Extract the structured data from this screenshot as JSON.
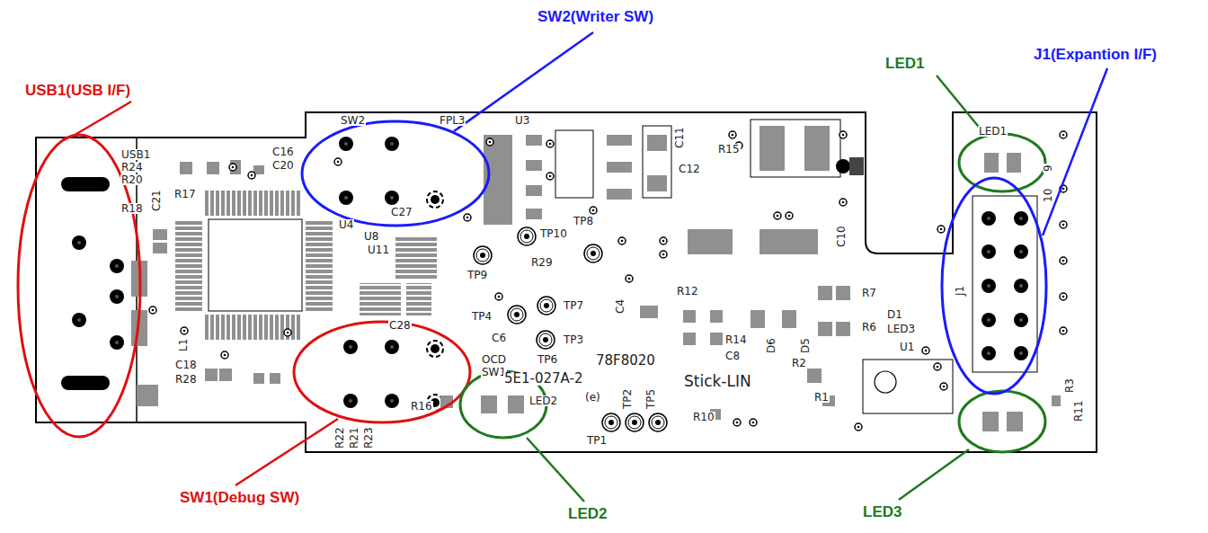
{
  "diagram": {
    "labels": [
      "USB1(USB I/F)",
      "SW2(Writer SW)",
      "LED1",
      "J1(Expantion I/F)",
      "SW1(Debug SW)",
      "LED2",
      "LED3",
      "USB1",
      "R24",
      "R20",
      "R18",
      "C21",
      "R17",
      "C16",
      "C20",
      "SW2",
      "FPL3",
      "U3",
      "C11",
      "C12",
      "R15",
      "LED1",
      "9",
      "10",
      "J1",
      "U4",
      "C27",
      "U8",
      "U11",
      "TP10",
      "TP8",
      "TP9",
      "R29",
      "C10",
      "R12",
      "R7",
      "R6",
      "D1",
      "LED3",
      "TP4",
      "TP7",
      "C4",
      "TP3",
      "C6",
      "R14",
      "C8",
      "D6",
      "D5",
      "R2",
      "C28",
      "OCD",
      "SW1",
      "TP6",
      "78F8020",
      "5E1-027A-2",
      "(e)",
      "Stick-LIN",
      "U1",
      "R3",
      "R11",
      "R1",
      "R10",
      "TP1",
      "TP2",
      "TP5",
      "R16",
      "LED2",
      "R22",
      "R21",
      "R23",
      "L1",
      "C18",
      "R28"
    ]
  }
}
